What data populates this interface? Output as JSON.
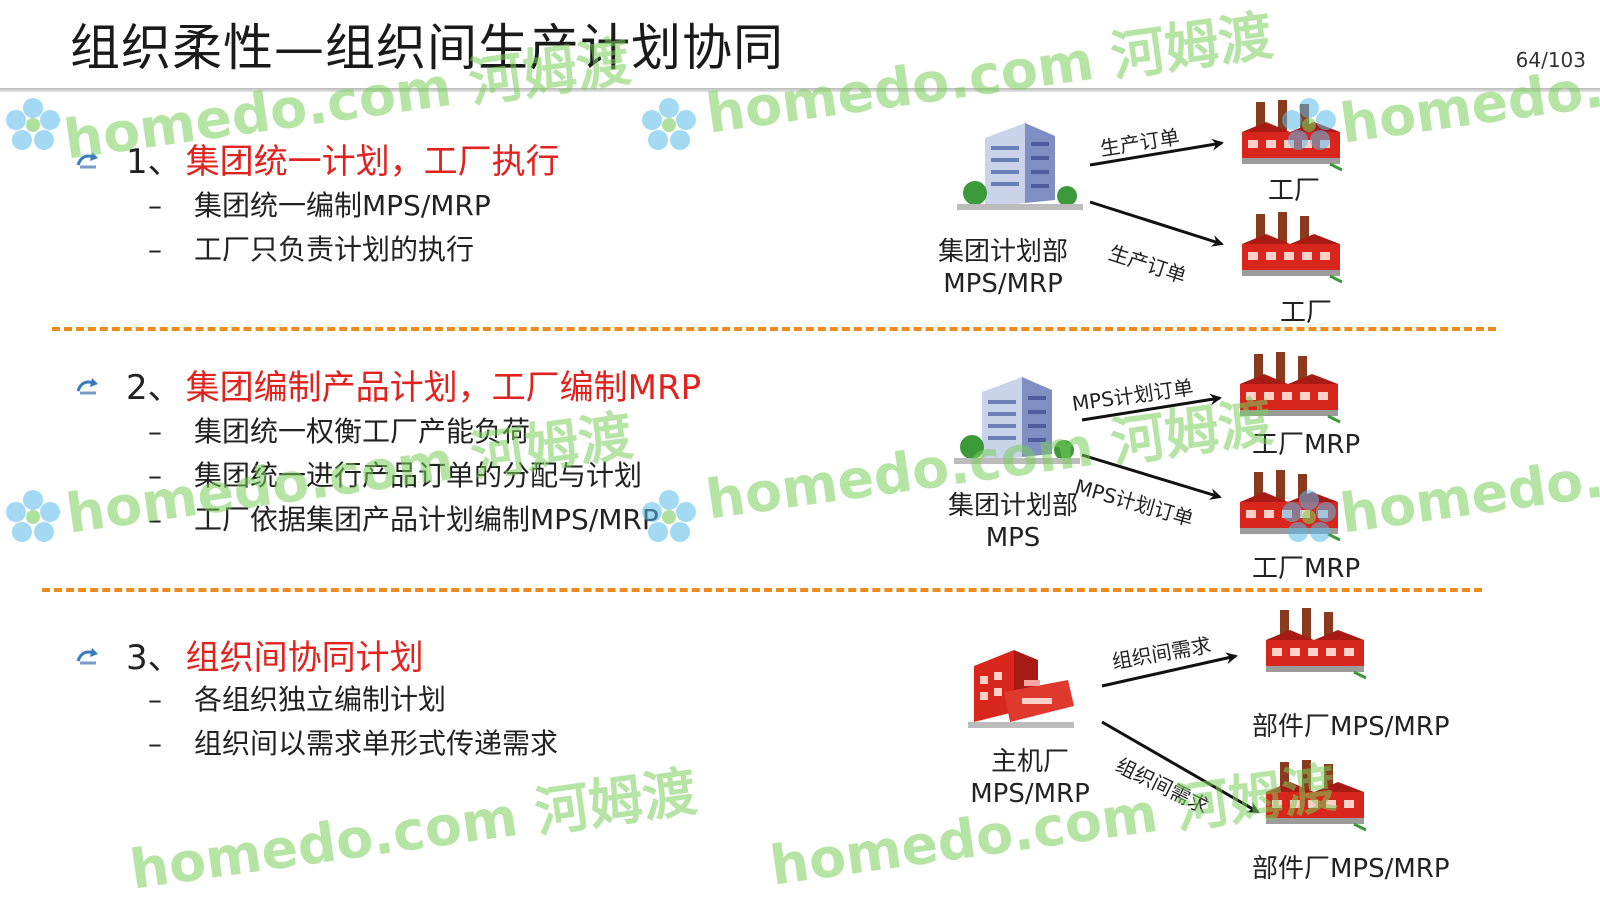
{
  "header": {
    "title": "组织柔性—组织间生产计划协同",
    "page_counter": "64/103"
  },
  "sections": [
    {
      "number": "1、",
      "headline": "集团统一计划，工厂执行",
      "items": [
        "集团统一编制MPS/MRP",
        "工厂只负责计划的执行"
      ],
      "diagram": {
        "source_line1": "集团计划部",
        "source_line2": "MPS/MRP",
        "arrow1": "生产订单",
        "arrow2": "生产订单",
        "target1": "工厂",
        "target2": "工厂"
      }
    },
    {
      "number": "2、",
      "headline": "集团编制产品计划，工厂编制MRP",
      "items": [
        "集团统一权衡工厂产能负荷",
        "集团统一进行产品订单的分配与计划",
        "工厂依据集团产品计划编制MPS/MRP"
      ],
      "diagram": {
        "source_line1": "集团计划部",
        "source_line2": "MPS",
        "arrow1": "MPS计划订单",
        "arrow2": "MPS计划订单",
        "target1": "工厂MRP",
        "target2": "工厂MRP"
      }
    },
    {
      "number": "3、",
      "headline": "组织间协同计划",
      "items": [
        "各组织独立编制计划",
        "组织间以需求单形式传递需求"
      ],
      "diagram": {
        "source_line1": "主机厂",
        "source_line2": "MPS/MRP",
        "arrow1": "组织间需求",
        "arrow2": "组织间需求",
        "target1": "部件厂MPS/MRP",
        "target2": "部件厂MPS/MRP"
      }
    }
  ],
  "icons": {
    "bullet": "recycle-arrow-icon",
    "headquarters": "office-building-icon",
    "factory": "factory-icon",
    "main_plant": "red-plant-building-icon"
  },
  "watermarks": [
    "homedo.com 河姆渡"
  ],
  "colors": {
    "headline": "#e0231e",
    "divider": "#f08a1c",
    "watermark": "#78cd5a",
    "factory_red": "#d8261c"
  }
}
